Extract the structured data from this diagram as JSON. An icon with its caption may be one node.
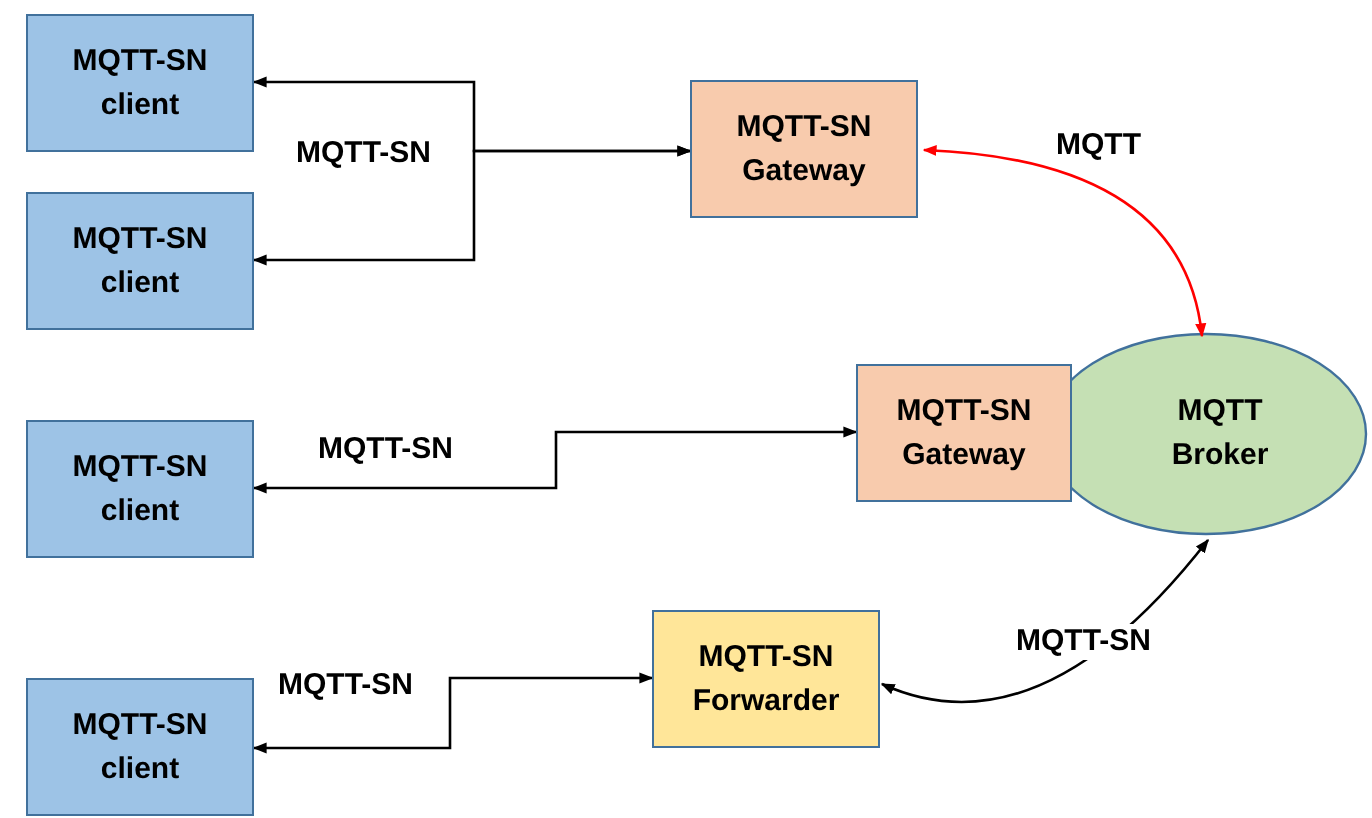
{
  "diagram": {
    "nodes": [
      {
        "text": [
          "MQTT-SN client"
        ]
      },
      {
        "text": [
          "MQTT-SN client"
        ]
      },
      {
        "text": [
          "MQTT-SN Gateway"
        ]
      },
      {
        "text": [
          "MQTT-SN client"
        ]
      },
      {
        "text": [
          "MQTT-SN Gateway"
        ]
      },
      {
        "text": [
          "MQTT Broker"
        ]
      },
      {
        "text": [
          "MQTT-SN Forwarder"
        ]
      },
      {
        "text": [
          "MQTT-SN client"
        ]
      }
    ],
    "edges": [
      {
        "from": 0,
        "to": 2,
        "arrow": "both",
        "label": "MQTT-SN"
      },
      {
        "from": 1,
        "to": 2,
        "arrow": "both"
      },
      {
        "from": 2,
        "to": 5,
        "arrow": "both",
        "label": "MQTT",
        "color": "#ff0000"
      },
      {
        "from": 3,
        "to": 4,
        "arrow": "both",
        "label": "MQTT-SN"
      },
      {
        "from": 7,
        "to": 6,
        "arrow": "both",
        "label": "MQTT-SN"
      },
      {
        "from": 6,
        "to": 5,
        "arrow": "both",
        "label": "MQTT-SN"
      }
    ]
  }
}
